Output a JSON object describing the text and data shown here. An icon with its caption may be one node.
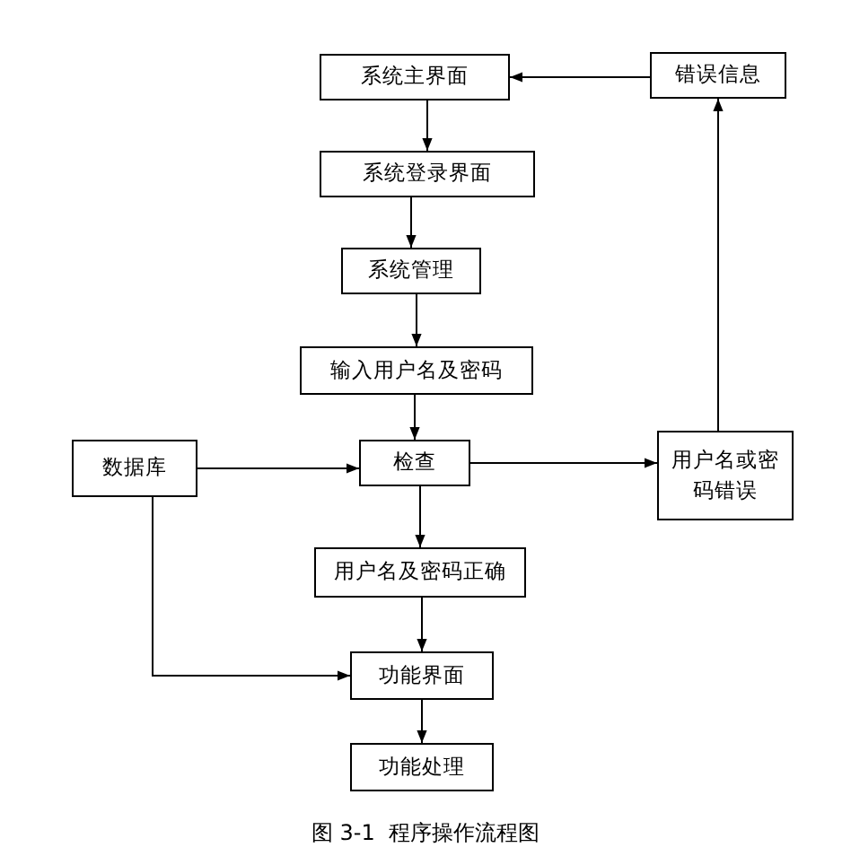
{
  "diagram": {
    "caption": "图 3-1  程序操作流程图",
    "nodes": [
      {
        "text": [
          "系统主界面"
        ]
      },
      {
        "text": [
          "系统登录界面"
        ]
      },
      {
        "text": [
          "系统管理"
        ]
      },
      {
        "text": [
          "输入用户名及密码"
        ]
      },
      {
        "text": [
          "数据库"
        ]
      },
      {
        "text": [
          "检查"
        ]
      },
      {
        "text": [
          "用户名或密码错误"
        ]
      },
      {
        "text": [
          "错误信息"
        ]
      },
      {
        "text": [
          "用户名及密码正确"
        ]
      },
      {
        "text": [
          "功能界面"
        ]
      },
      {
        "text": [
          "功能处理"
        ]
      }
    ],
    "edges": [
      {
        "from": 7,
        "to": 0,
        "arrow": "to"
      },
      {
        "from": 0,
        "to": 1,
        "arrow": "to"
      },
      {
        "from": 1,
        "to": 2,
        "arrow": "to"
      },
      {
        "from": 2,
        "to": 3,
        "arrow": "to"
      },
      {
        "from": 3,
        "to": 5,
        "arrow": "to"
      },
      {
        "from": 4,
        "to": 5,
        "arrow": "to"
      },
      {
        "from": 5,
        "to": 6,
        "arrow": "to"
      },
      {
        "from": 6,
        "to": 7,
        "arrow": "to"
      },
      {
        "from": 5,
        "to": 8,
        "arrow": "to"
      },
      {
        "from": 8,
        "to": 9,
        "arrow": "to"
      },
      {
        "from": 4,
        "to": 9,
        "arrow": "to"
      },
      {
        "from": 9,
        "to": 10,
        "arrow": "to"
      }
    ]
  }
}
